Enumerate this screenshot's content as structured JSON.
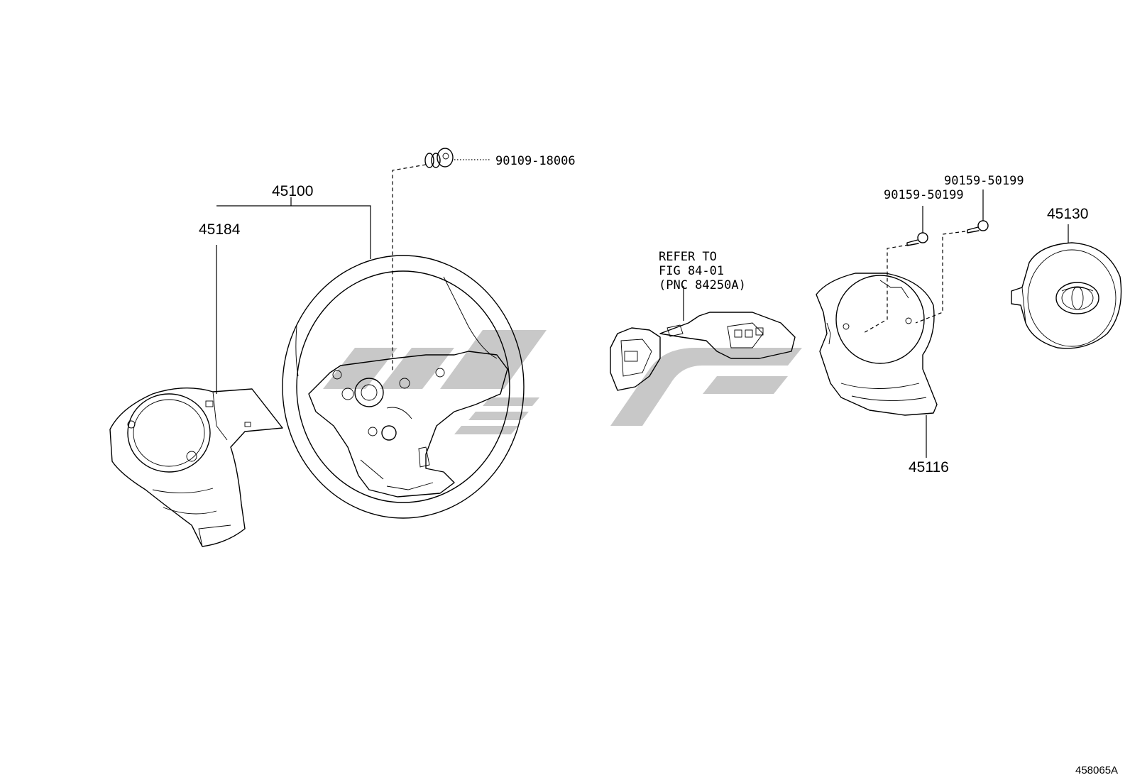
{
  "labels": {
    "steering_wheel": "45100",
    "wheel_lower_cover": "45184",
    "wheel_screw": "90109-18006",
    "cover_screw_left": "90159-50199",
    "cover_screw_right": "90159-50199",
    "airbag": "45130",
    "column_cover": "45116",
    "refer_line1": "REFER TO",
    "refer_line2": "FIG 84-01",
    "refer_line3": "(PNC 84250A)"
  },
  "footer": {
    "figure_code": "458065A"
  },
  "colors": {
    "ink": "#000000",
    "watermark": "#c8c8c8",
    "background": "#ffffff"
  }
}
